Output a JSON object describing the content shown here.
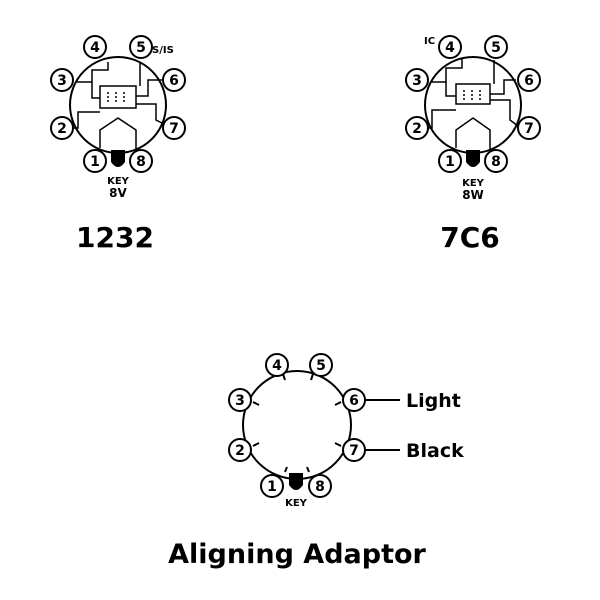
{
  "colors": {
    "ink": "#000000",
    "paper": "#ffffff"
  },
  "tubes": [
    {
      "id": "1232",
      "label": "1232",
      "base_code": "8V",
      "key_label": "KEY",
      "pin_labels": [
        "1",
        "2",
        "3",
        "4",
        "5",
        "6",
        "7",
        "8"
      ],
      "pin_annotations": {
        "5": "S/IS"
      }
    },
    {
      "id": "7C6",
      "label": "7C6",
      "base_code": "8W",
      "key_label": "KEY",
      "pin_labels": [
        "1",
        "2",
        "3",
        "4",
        "5",
        "6",
        "7",
        "8"
      ],
      "pin_annotations": {
        "4": "IC"
      }
    }
  ],
  "adaptor": {
    "caption": "Aligning Adaptor",
    "key_label": "KEY",
    "pin_labels": [
      "1",
      "2",
      "3",
      "4",
      "5",
      "6",
      "7",
      "8"
    ],
    "leads": [
      {
        "pin": "6",
        "label": "Light"
      },
      {
        "pin": "7",
        "label": "Black"
      }
    ]
  }
}
